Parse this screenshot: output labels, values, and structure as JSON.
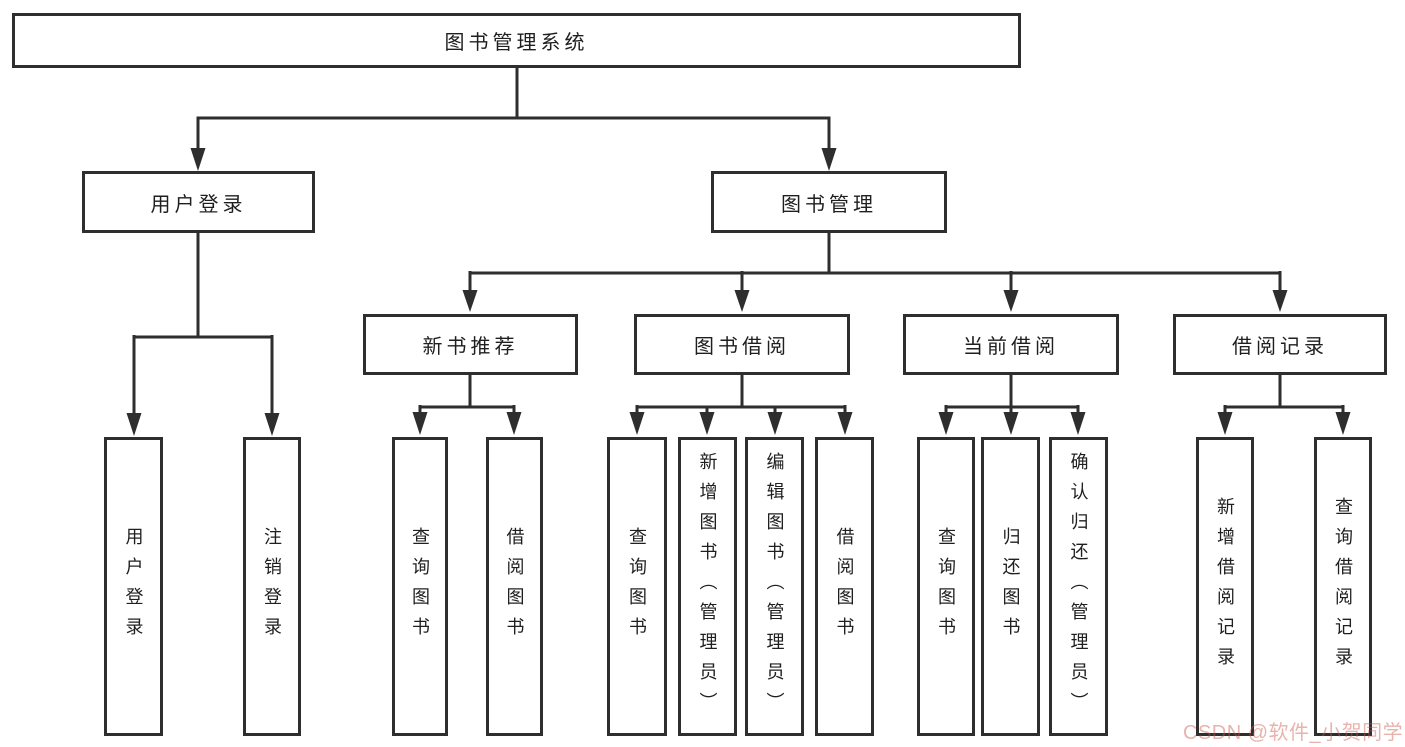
{
  "colors": {
    "line": "#2e2e2e",
    "node_border": "#2e2e2e",
    "node_text": "#1f1f1f",
    "background": "#ffffff",
    "watermark": "rgba(203,87,74,0.45)"
  },
  "root": {
    "label": "图书管理系统"
  },
  "user_login": {
    "label": "用户登录",
    "children": [
      {
        "label": "用户登录"
      },
      {
        "label": "注销登录"
      }
    ]
  },
  "book_management": {
    "label": "图书管理",
    "sections": [
      {
        "label": "新书推荐",
        "children": [
          {
            "label": "查询图书"
          },
          {
            "label": "借阅图书"
          }
        ]
      },
      {
        "label": "图书借阅",
        "children": [
          {
            "label": "查询图书"
          },
          {
            "label": "新增图书（管理员）"
          },
          {
            "label": "编辑图书（管理员）"
          },
          {
            "label": "借阅图书"
          }
        ]
      },
      {
        "label": "当前借阅",
        "children": [
          {
            "label": "查询图书"
          },
          {
            "label": "归还图书"
          },
          {
            "label": "确认归还（管理员）"
          }
        ]
      },
      {
        "label": "借阅记录",
        "children": [
          {
            "label": "新增借阅记录"
          },
          {
            "label": "查询借阅记录"
          }
        ]
      }
    ]
  },
  "watermark": {
    "text": "CSDN @软件_小贺同学"
  }
}
